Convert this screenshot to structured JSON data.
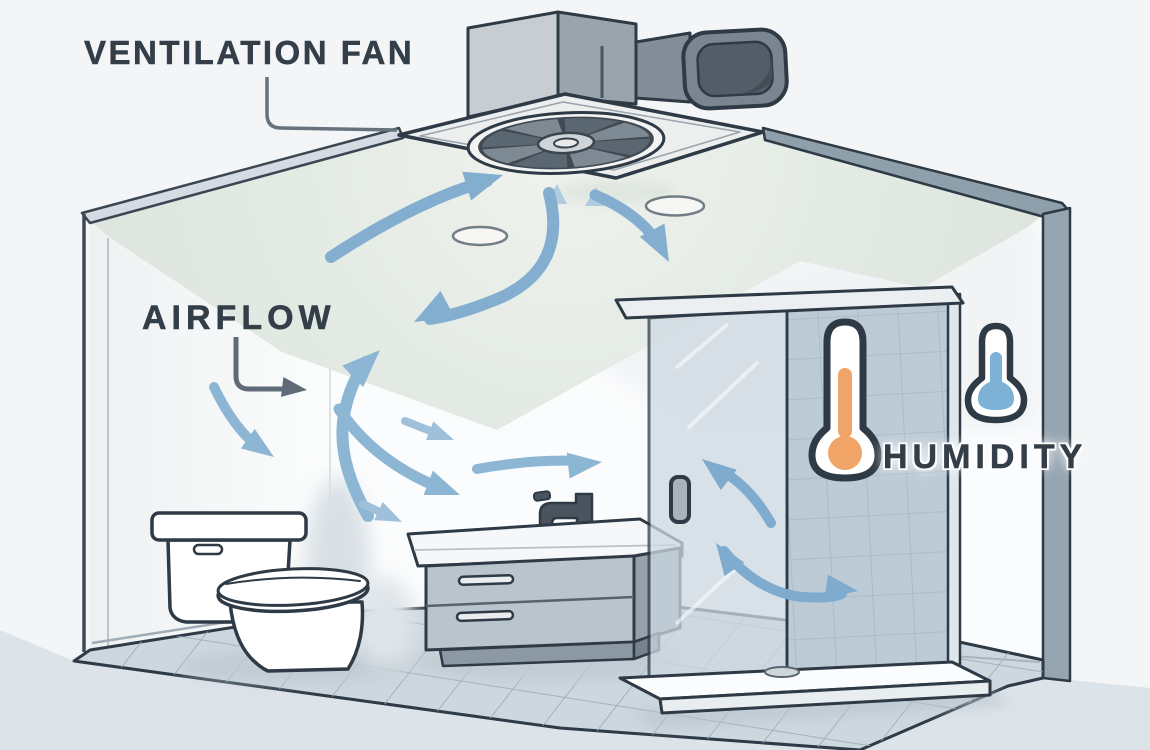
{
  "labels": {
    "ventilation_fan": "VENTILATION FAN",
    "airflow": "AIRFLOW",
    "humidity": "HUMIDITY"
  },
  "colors": {
    "background": "#f4f5f6",
    "outline": "#2e3a45",
    "ceiling": "#e3e9e4",
    "wall": "#fbfcfc",
    "floor_tile": "#cdd7de",
    "ground": "#dce3e9",
    "arrow_blue": "#8db5d4",
    "pointer_gray": "#5f6b77",
    "hot_thermometer_fill": "#f0a467",
    "cold_thermometer_fill": "#7db1d6",
    "label_text": "#333e48"
  },
  "icons": [
    "ventilation-fan-icon",
    "exhaust-duct-icon",
    "recessed-light-icon",
    "airflow-arrow-icon",
    "thermometer-hot-icon",
    "thermometer-cold-icon",
    "toilet-icon",
    "vanity-sink-icon",
    "faucet-icon",
    "shower-enclosure-icon"
  ],
  "scene": {
    "type": "bathroom ventilation illustration",
    "fixtures": [
      "ceiling ventilation fan with exhaust duct",
      "two recessed ceiling lights",
      "toilet",
      "vanity cabinet with sink and faucet",
      "glass shower enclosure with tiled wall and tray",
      "tiled floor"
    ],
    "thermometers": [
      {
        "name": "hot-thermometer",
        "location": "inside shower",
        "fill": "#f0a467"
      },
      {
        "name": "cold-thermometer",
        "location": "outside shower",
        "fill": "#7db1d6"
      }
    ],
    "airflow_arrow_count": 13
  }
}
